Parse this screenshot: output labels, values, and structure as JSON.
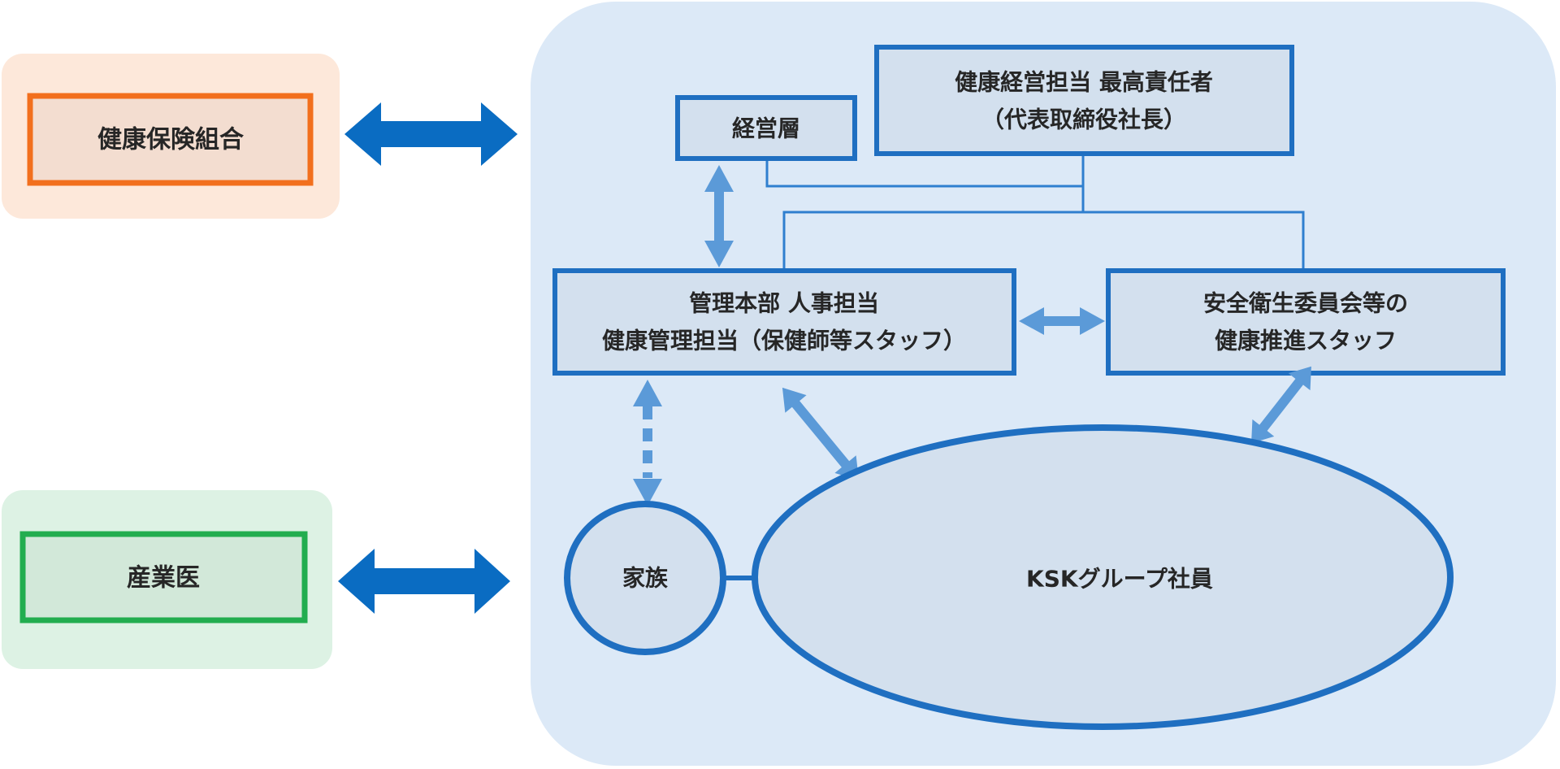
{
  "external": {
    "health_insurance_union": "健康保険組合",
    "industrial_physician": "産業医"
  },
  "company": {
    "management_layer": "経営層",
    "chief_officer_line1": "健康経営担当 最高責任者",
    "chief_officer_line2": "（代表取締役社長）",
    "hq_line1": "管理本部 人事担当",
    "hq_line2": "健康管理担当（保健師等スタッフ）",
    "safety_line1": "安全衛生委員会等の",
    "safety_line2": "健康推進スタッフ",
    "family": "家族",
    "employees": "KSKグループ社員"
  },
  "colors": {
    "panel_bg": "#dce9f7",
    "box_fill": "#d3e0ee",
    "box_border": "#1f6fc1",
    "connector_line": "#2f7fcf",
    "big_arrow": "#0a6cc2",
    "small_arrow": "#5b9ad8",
    "orange_border": "#f26f1d",
    "orange_fill": "#f3ddd0",
    "orange_bg": "#fde8da",
    "green_border": "#22ad4f",
    "green_fill": "#d2e8d9",
    "green_bg": "#ddf2e4"
  }
}
